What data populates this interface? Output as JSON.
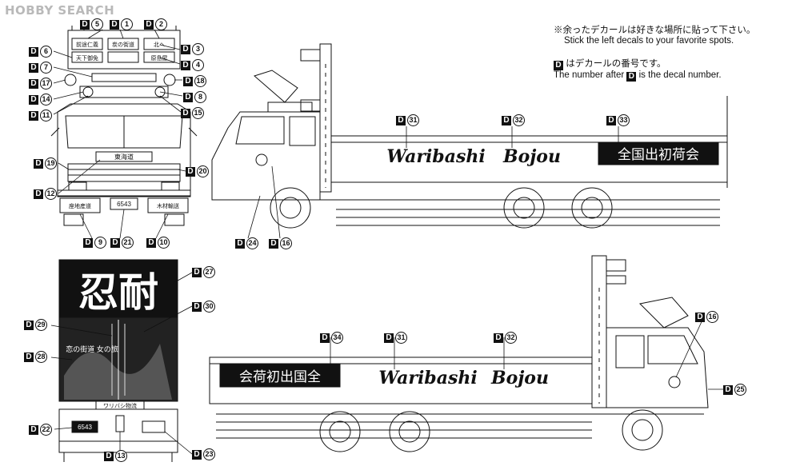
{
  "watermark": "HOBBY SEARCH",
  "notes": {
    "line1_jp": "※余ったデカールは好きな場所に貼って下さい。",
    "line1_en": "Stick the left decals to your favorite spots.",
    "line2_jp": "はデカールの番号です。",
    "line2_en_a": "The number after",
    "line2_en_b": "is the decal number."
  },
  "decal_prefix": "D",
  "decals": [
    {
      "id": "d5",
      "num": "5"
    },
    {
      "id": "d1",
      "num": "1"
    },
    {
      "id": "d2",
      "num": "2"
    },
    {
      "id": "d6",
      "num": "6"
    },
    {
      "id": "d3",
      "num": "3"
    },
    {
      "id": "d7",
      "num": "7"
    },
    {
      "id": "d4",
      "num": "4"
    },
    {
      "id": "d17",
      "num": "17"
    },
    {
      "id": "d18",
      "num": "18"
    },
    {
      "id": "d14",
      "num": "14"
    },
    {
      "id": "d8",
      "num": "8"
    },
    {
      "id": "d11",
      "num": "11"
    },
    {
      "id": "d15",
      "num": "15"
    },
    {
      "id": "d19",
      "num": "19"
    },
    {
      "id": "d20",
      "num": "20"
    },
    {
      "id": "d12",
      "num": "12"
    },
    {
      "id": "d9",
      "num": "9"
    },
    {
      "id": "d21",
      "num": "21"
    },
    {
      "id": "d10",
      "num": "10"
    },
    {
      "id": "d31a",
      "num": "31"
    },
    {
      "id": "d32a",
      "num": "32"
    },
    {
      "id": "d33",
      "num": "33"
    },
    {
      "id": "d24",
      "num": "24"
    },
    {
      "id": "d16a",
      "num": "16"
    },
    {
      "id": "d27",
      "num": "27"
    },
    {
      "id": "d30",
      "num": "30"
    },
    {
      "id": "d29",
      "num": "29"
    },
    {
      "id": "d28",
      "num": "28"
    },
    {
      "id": "d22",
      "num": "22"
    },
    {
      "id": "d13",
      "num": "13"
    },
    {
      "id": "d23",
      "num": "23"
    },
    {
      "id": "d34",
      "num": "34"
    },
    {
      "id": "d31b",
      "num": "31"
    },
    {
      "id": "d32b",
      "num": "32"
    },
    {
      "id": "d16b",
      "num": "16"
    },
    {
      "id": "d25",
      "num": "25"
    }
  ],
  "truck_text": {
    "waribashi": "Waribashi",
    "bojou": "Bojou",
    "kanji_panel_right": "全国出初荷会",
    "kanji_panel_left": "会荷初出国全",
    "nintai": "忍耐",
    "front_sign_top": [
      "前途仁義",
      "炭の街道",
      "北へ"
    ],
    "front_sign_mid": [
      "天下御免",
      "",
      "原島屋"
    ],
    "grille_plate": "東海道",
    "bumper_left": "座地産道",
    "bumper_right": "木材輸送",
    "plate": "6543",
    "rear_plate": "6543",
    "rear_plate_label": "ワリバシ物流",
    "rear_side_text": "恋の街道 女の旅"
  }
}
